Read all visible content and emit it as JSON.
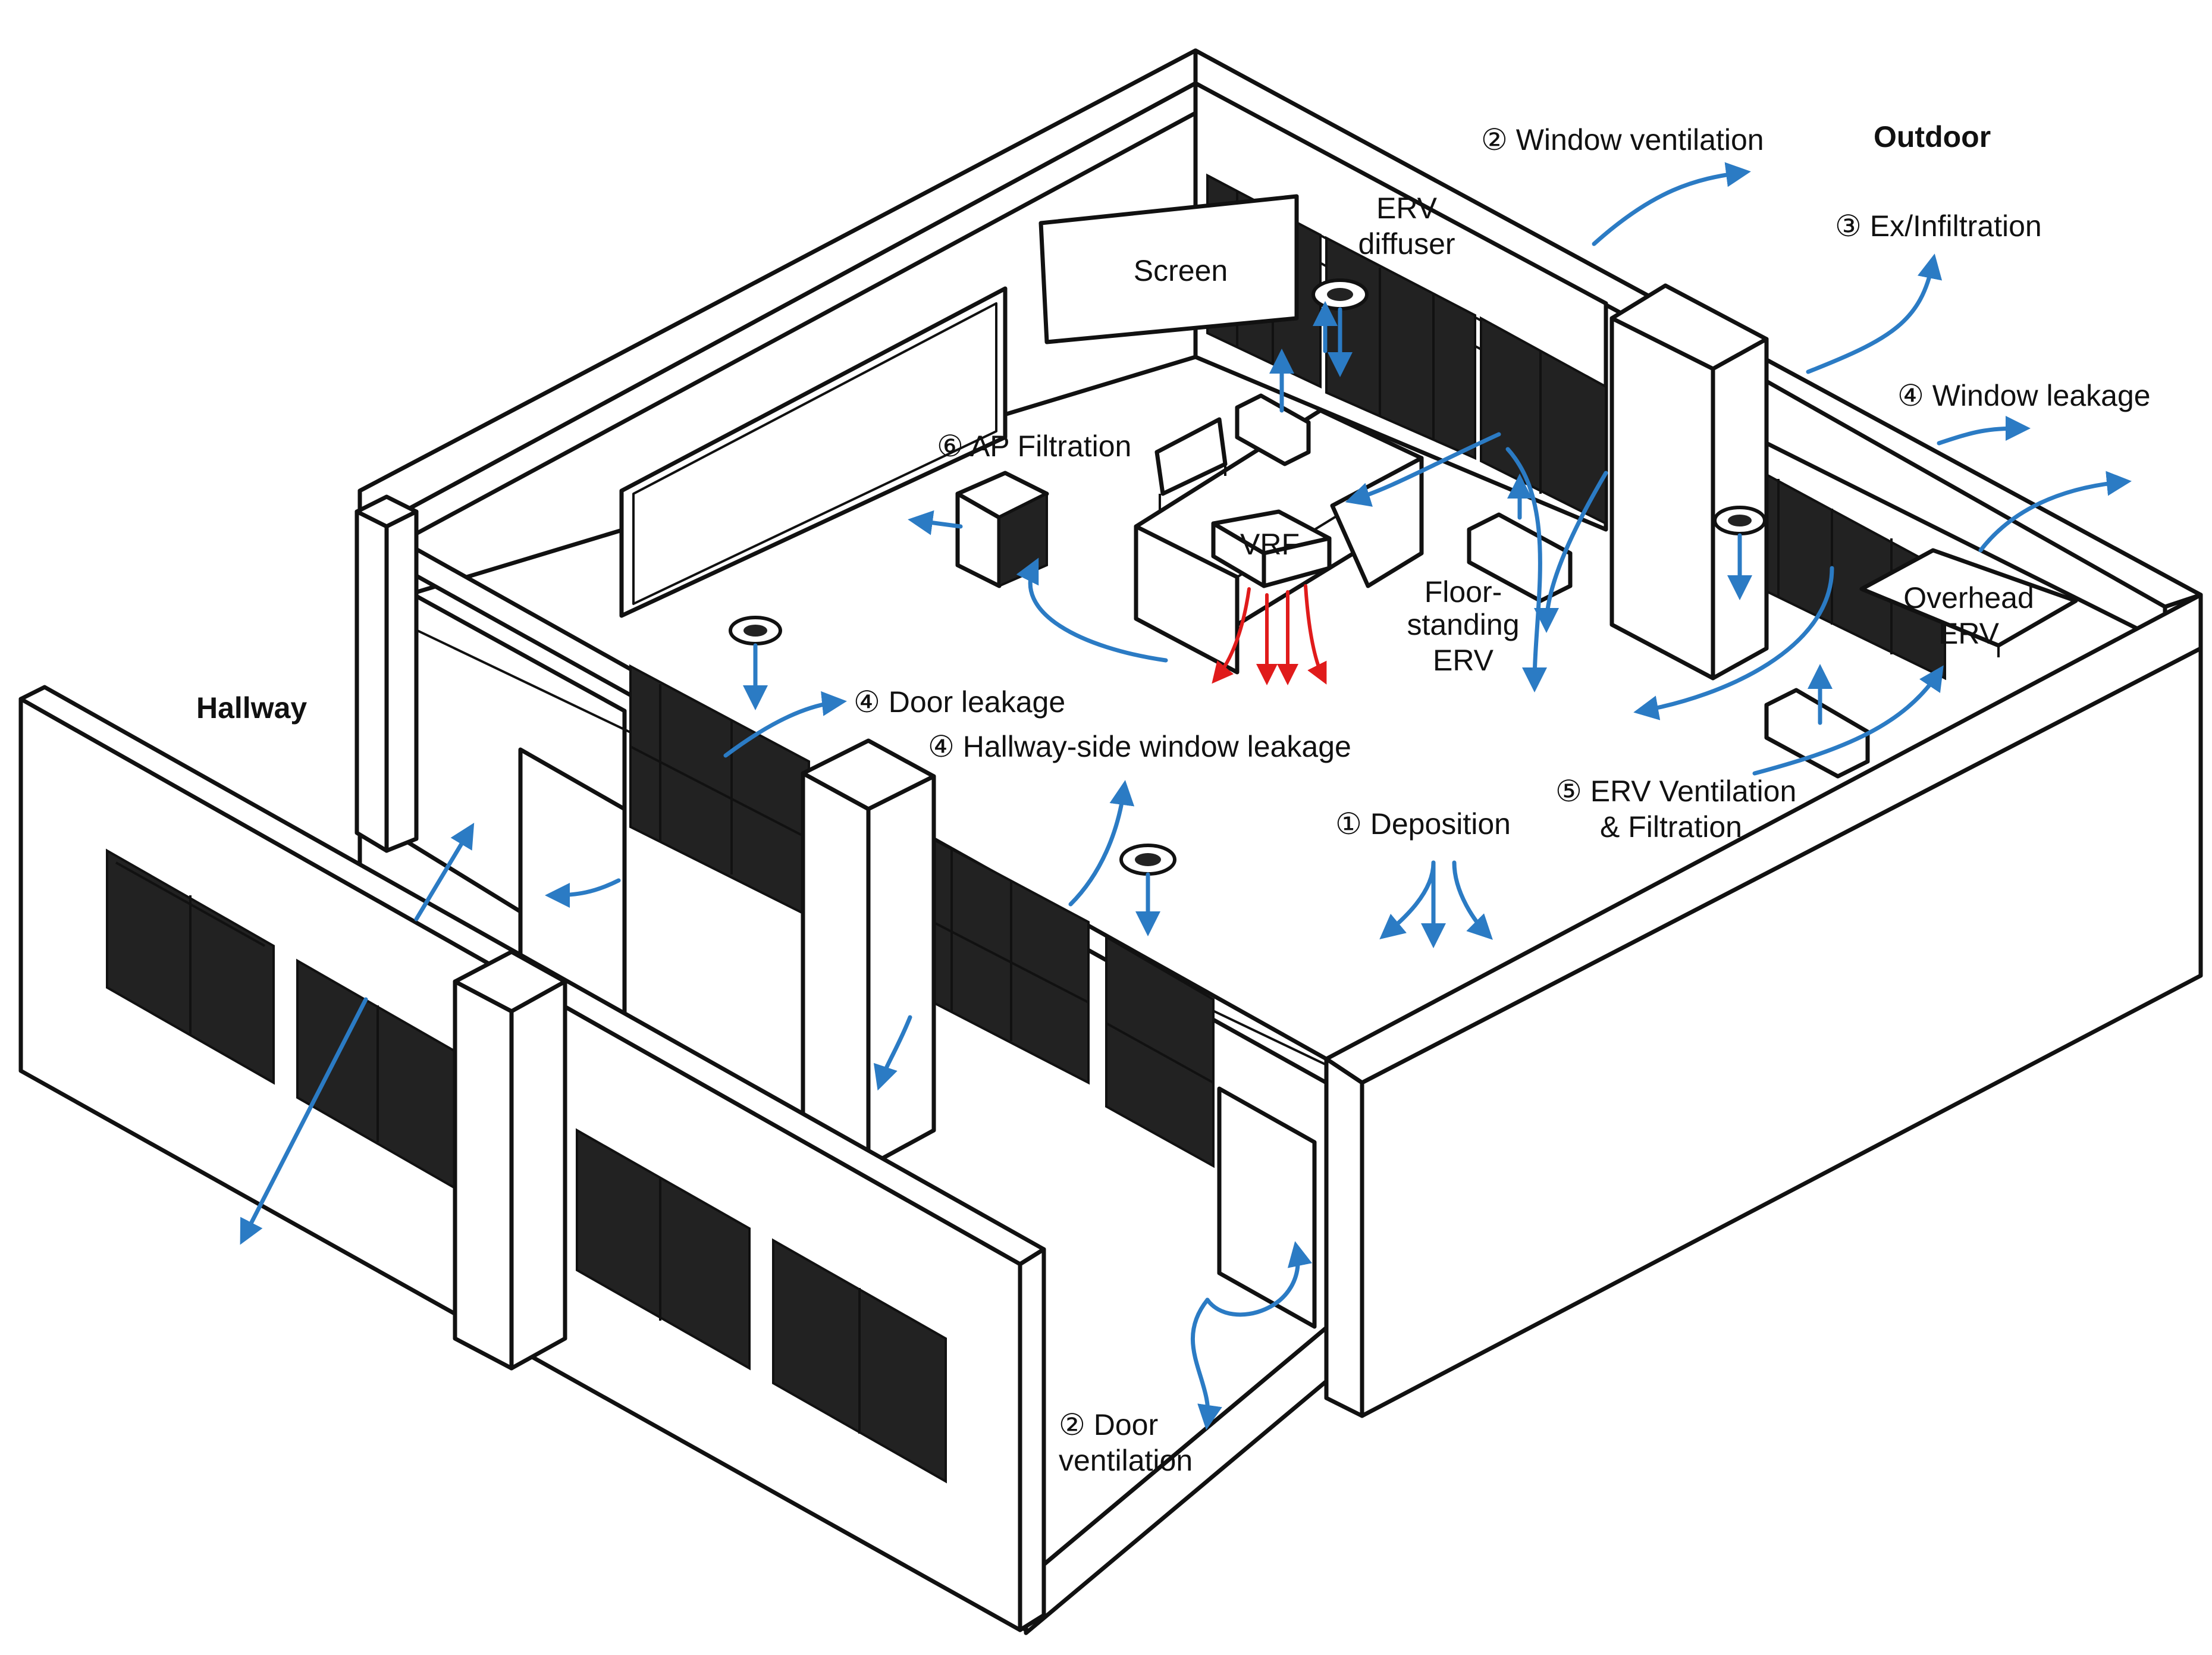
{
  "labels": {
    "outdoor": "Outdoor",
    "hallway": "Hallway",
    "window_ventilation": "② Window ventilation",
    "ex_infiltration": "③ Ex/Infiltration",
    "window_leakage": "④ Window leakage",
    "erv_diffuser_line1": "ERV",
    "erv_diffuser_line2": "diffuser",
    "screen": "Screen",
    "ap_filtration": "⑥ AP Filtration",
    "vrf": "VRF",
    "floor_standing_line1": "Floor-",
    "floor_standing_line2": "standing",
    "floor_standing_line3": "ERV",
    "overhead_erv_line1": "Overhead",
    "overhead_erv_line2": "ERV",
    "door_leakage": "④ Door leakage",
    "hallway_window_leakage": "④ Hallway-side window leakage",
    "deposition": "① Deposition",
    "erv_vent_line1": "⑤ ERV Ventilation",
    "erv_vent_line2": "& Filtration",
    "door_ventilation_line1": "② Door",
    "door_ventilation_line2": "ventilation"
  },
  "colors": {
    "airflow": "#2b7bc4",
    "warm_airflow": "#e01b1b",
    "line": "#111111"
  }
}
